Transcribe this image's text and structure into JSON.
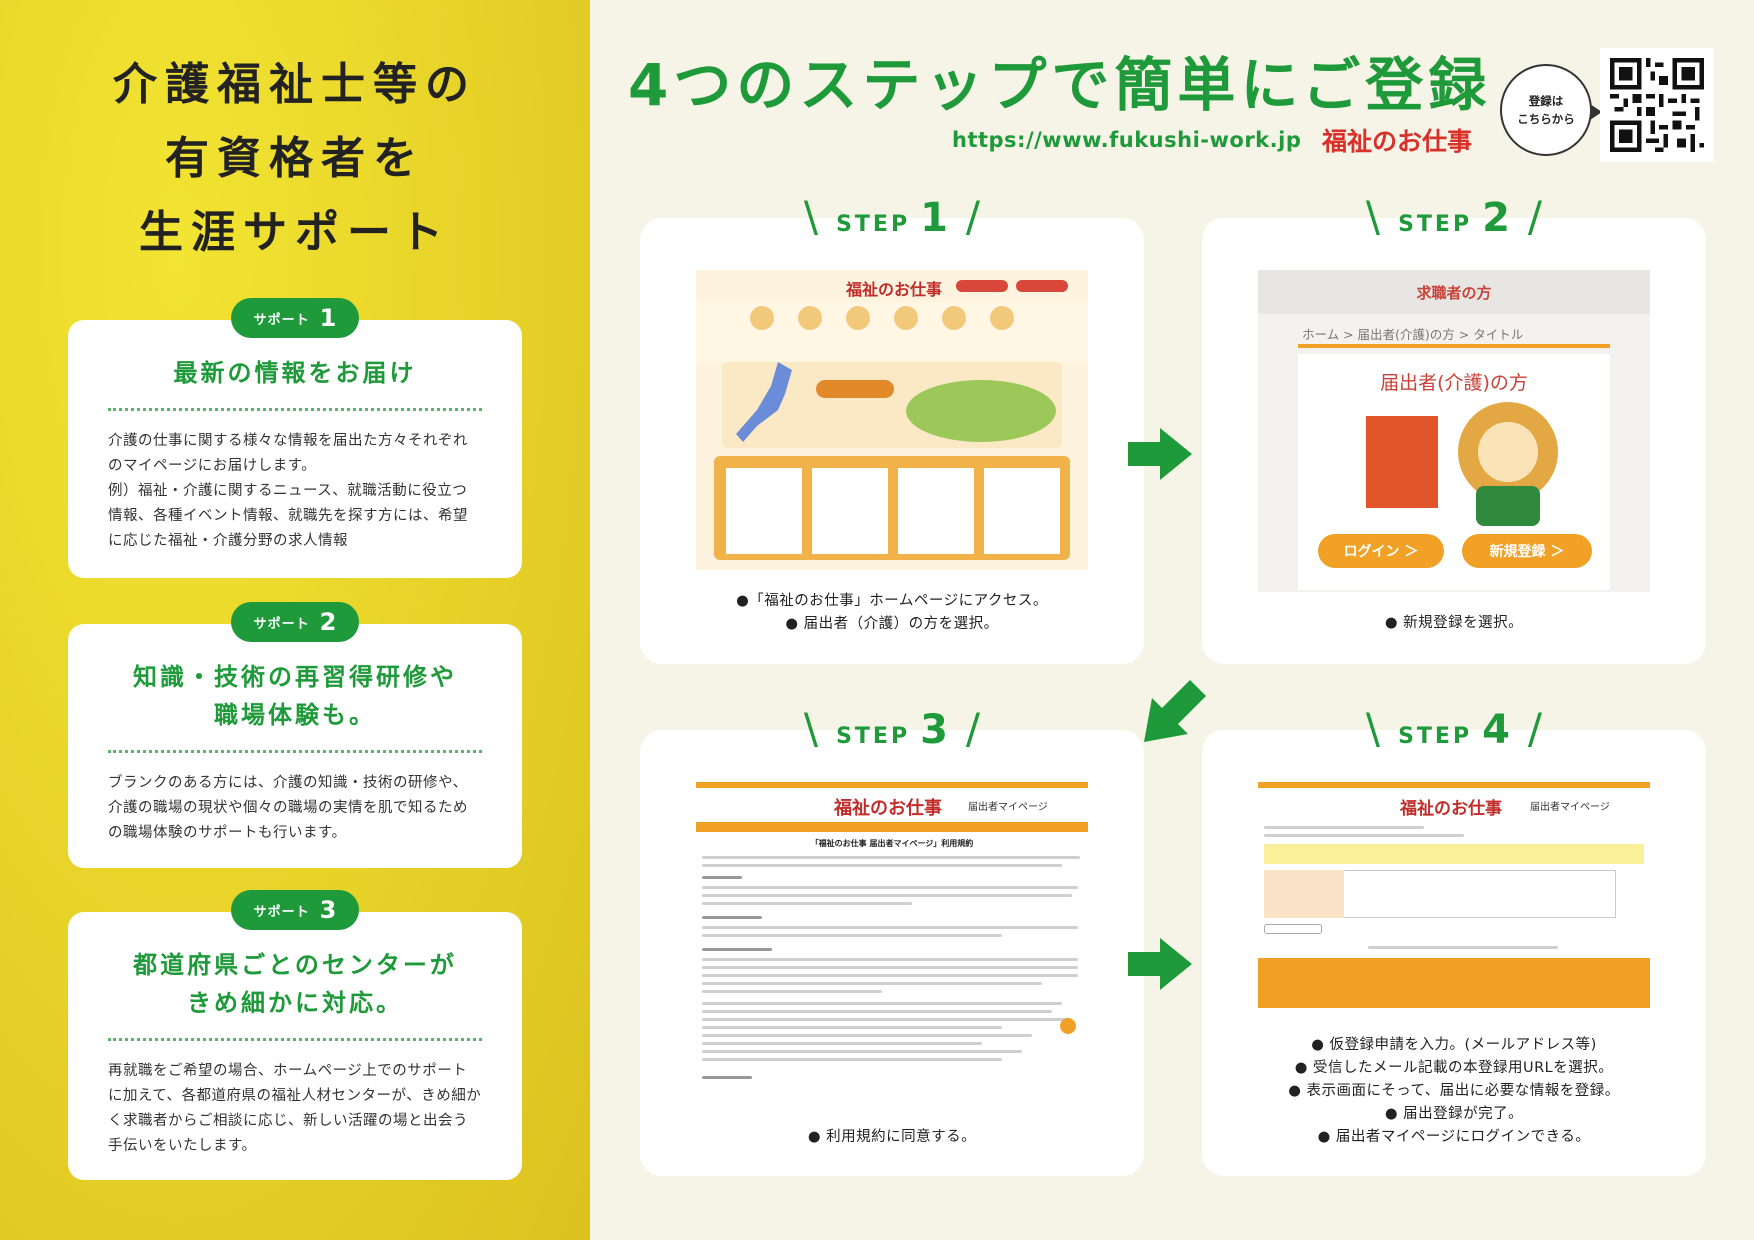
{
  "left": {
    "title_lines": [
      "介護福祉士等の",
      "有資格者を",
      "生涯サポート"
    ],
    "supports": [
      {
        "badge_label": "サポート",
        "number": "1",
        "heading": "最新の情報をお届け",
        "text": "介護の仕事に関する様々な情報を届出た方々それぞれのマイページにお届けします。\n例）福祉・介護に関するニュース、就職活動に役立つ情報、各種イベント情報、就職先を探す方には、希望に応じた福祉・介護分野の求人情報"
      },
      {
        "badge_label": "サポート",
        "number": "2",
        "heading": "知識・技術の再習得研修や\n職場体験も。",
        "text": "ブランクのある方には、介護の知識・技術の研修や、介護の職場の現状や個々の職場の実情を肌で知るための職場体験のサポートも行います。"
      },
      {
        "badge_label": "サポート",
        "number": "3",
        "heading": "都道府県ごとのセンターが\nきめ細かに対応。",
        "text": "再就職をご希望の場合、ホームページ上でのサポートに加えて、各都道府県の福祉人材センターが、きめ細かく求職者からご相談に応じ、新しい活躍の場と出会う手伝いをいたします。"
      }
    ]
  },
  "header": {
    "title": "4つのステップで簡単にご登録",
    "url": "https://www.fukushi-work.jp",
    "brand": "福祉のお仕事",
    "bubble_text": "登録は\nこちらから"
  },
  "steps": [
    {
      "word": "STEP",
      "number": "1",
      "desc": "●「福祉のお仕事」ホームページにアクセス。\n● 届出者（介護）の方を選択。",
      "screen": {
        "logo": "福祉のお仕事"
      }
    },
    {
      "word": "STEP",
      "number": "2",
      "desc": "● 新規登録を選択。",
      "screen": {
        "top": "求職者の方",
        "breadcrumb": "ホーム > 届出者(介護)の方 > タイトル",
        "heading": "届出者(介護)の方",
        "login": "ログイン ＞",
        "register": "新規登録 ＞"
      }
    },
    {
      "word": "STEP",
      "number": "3",
      "desc": "● 利用規約に同意する。",
      "screen": {
        "logo": "福祉のお仕事",
        "sub": "届出者マイページ",
        "doc_title": "「福祉のお仕事 届出者マイページ」利用規約"
      }
    },
    {
      "word": "STEP",
      "number": "4",
      "desc": "● 仮登録申請を入力。(メールアドレス等)\n● 受信したメール記載の本登録用URLを選択。\n● 表示画面にそって、届出に必要な情報を登録。\n● 届出登録が完了。\n● 届出者マイページにログインできる。",
      "screen": {
        "logo": "福祉のお仕事",
        "sub": "届出者マイページ"
      }
    }
  ],
  "colors": {
    "green": "#1f9a3a",
    "yellow": "#e9d52a",
    "orange": "#f0a126",
    "brand_red": "#d9302a"
  }
}
